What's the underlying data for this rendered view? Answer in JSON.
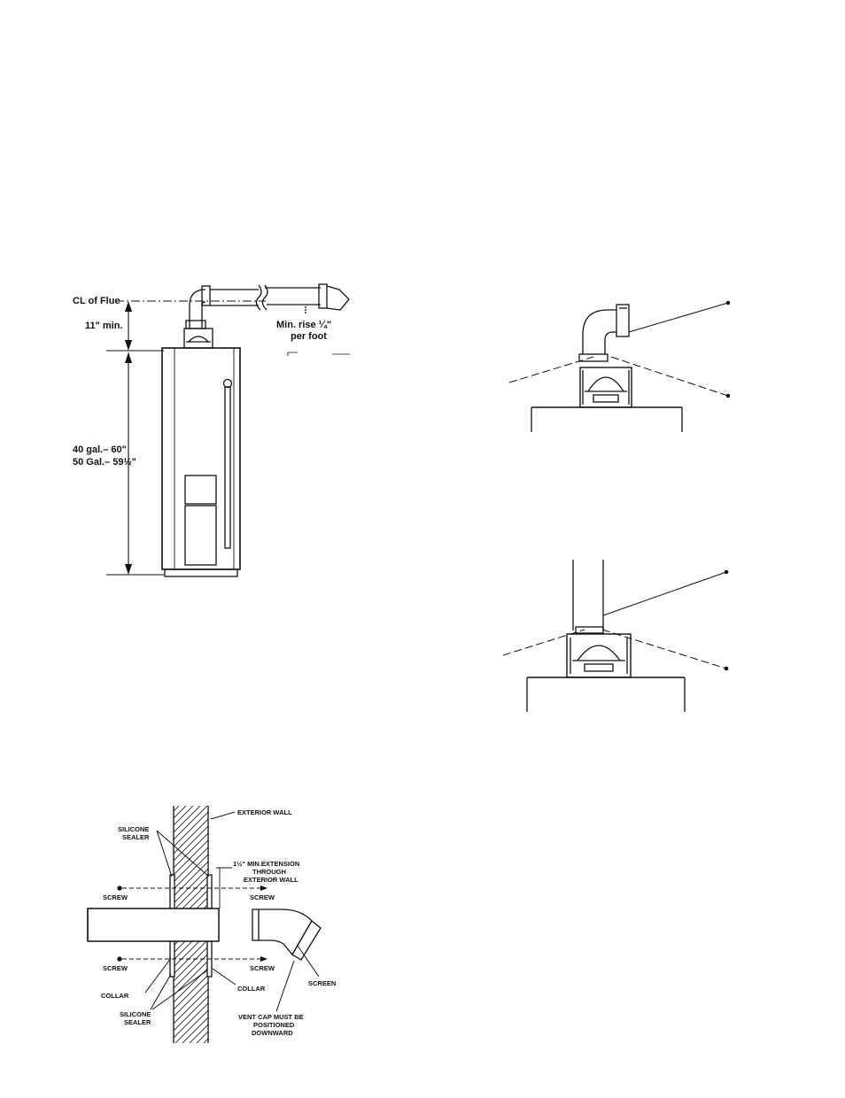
{
  "heater_diagram": {
    "cl_of_flue": "CL  of Flue",
    "min_height": "11\" min.",
    "min_rise_line1": "Min. rise ¼\"",
    "min_rise_line2": "per foot",
    "tank_height_40": "40 gal.– 60\"",
    "tank_height_50": "50 Gal.– 59½\""
  },
  "wall_diagram": {
    "exterior_wall": "EXTERIOR WALL",
    "silicone_sealer_top_1": "SILICONE",
    "silicone_sealer_top_2": "SEALER",
    "extension_1": "1½\" MIN.EXTENSION",
    "extension_2": "THROUGH",
    "extension_3": "EXTERIOR WALL",
    "screw_top_left": "SCREW",
    "screw_top_right": "SCREW",
    "screw_bottom_left": "SCREW",
    "screw_bottom_right": "SCREW",
    "collar_left": "COLLAR",
    "collar_right": "COLLAR",
    "screen": "SCREEN",
    "silicone_sealer_bottom_1": "SILICONE",
    "silicone_sealer_bottom_2": "SEALER",
    "vent_cap_1": "VENT CAP MUST BE",
    "vent_cap_2": "POSITIONED",
    "vent_cap_3": "DOWNWARD"
  },
  "colors": {
    "ink": "#111111",
    "background": "#ffffff"
  }
}
